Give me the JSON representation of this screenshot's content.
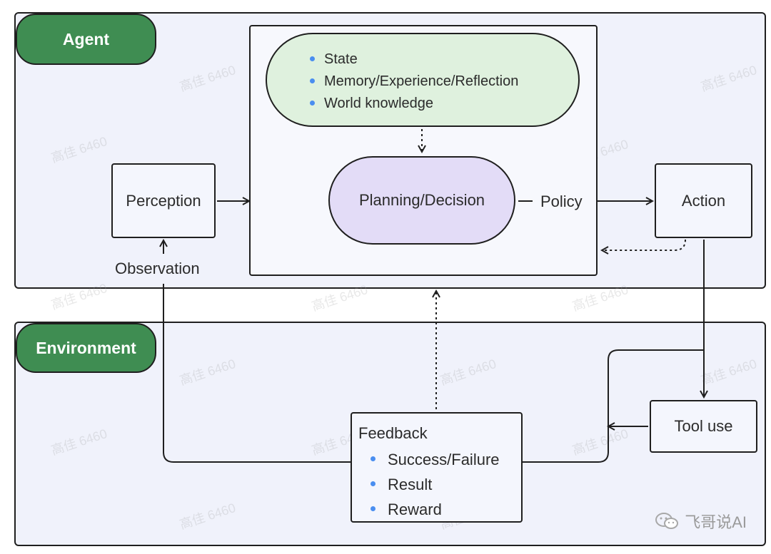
{
  "agent": {
    "label": "Agent",
    "perception": "Perception",
    "observation": "Observation",
    "core": {
      "state_items": [
        "State",
        "Memory/Experience/Reflection",
        "World knowledge"
      ],
      "planning": "Planning/Decision",
      "policy": "Policy"
    },
    "action": "Action"
  },
  "environment": {
    "label": "Environment",
    "tool_use": "Tool use",
    "feedback": {
      "title": "Feedback",
      "items": [
        "Success/Failure",
        "Result",
        "Reward"
      ]
    }
  },
  "watermark": "高佳 6460",
  "brand": {
    "text": "飞哥说AI",
    "icon": "wechat-icon"
  },
  "colors": {
    "panel_bg": "#f0f2fb",
    "label_green": "#3f8d52",
    "state_green": "#dff1de",
    "planning_purple": "#e3dcf7",
    "bullet_blue": "#4a8ef0"
  }
}
